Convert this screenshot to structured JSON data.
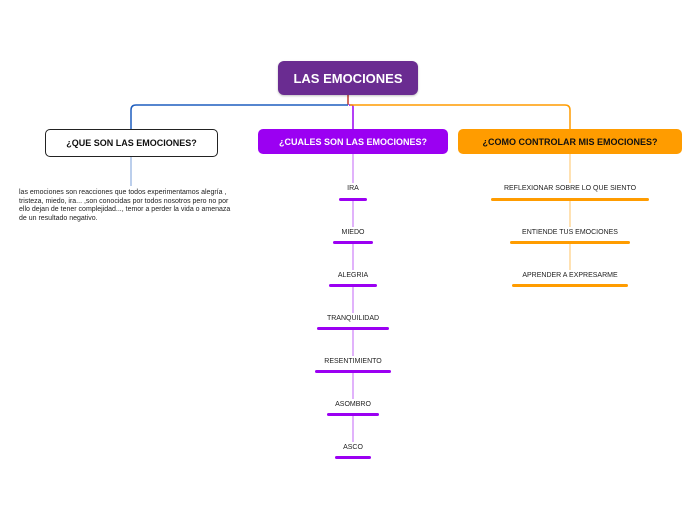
{
  "root": {
    "label": "LAS EMOCIONES"
  },
  "branches": [
    {
      "label": "¿QUE SON LAS EMOCIONES?",
      "description": "las emociones son reacciones que todos experimentamos alegría , tristeza, miedo, ira... ,son conocidas por todos nosotros pero no por ello dejan de tener complejidad..., temor a perder la vida o amenaza de un resultado negativo."
    },
    {
      "label": "¿CUALES SON LAS EMOCIONES?",
      "items": [
        "IRA",
        "MIEDO",
        "ALEGRIA",
        "TRANQUILIDAD",
        "RESENTIMIENTO",
        "ASOMBRO",
        "ASCO"
      ]
    },
    {
      "label": "¿COMO CONTROLAR MIS EMOCIONES?",
      "items": [
        "REFLEXIONAR SOBRE LO QUE SIENTO",
        "ENTIENDE TUS EMOCIONES",
        "APRENDER A EXPRESARME"
      ]
    }
  ],
  "colors": {
    "root": "#6a2c91",
    "branch1_line": "#1f5fbf",
    "branch2": "#9b00f2",
    "branch3": "#ff9c00"
  }
}
